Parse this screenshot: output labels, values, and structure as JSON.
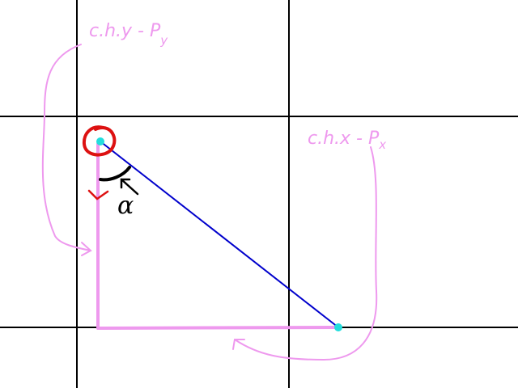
{
  "labels": {
    "y_diff": "c.h.y - P",
    "y_diff_subscript": "y",
    "x_diff": "c.h.x - P",
    "x_diff_subscript": "x",
    "angle_symbol": "α"
  },
  "colors": {
    "background": "#ffffff",
    "grid": "#000000",
    "hypotenuse": "#0000cc",
    "legs": "#ee99ee",
    "annotation": "#ee99ee",
    "points": "#22dddd",
    "highlight_circle": "#dd1111",
    "angle_mark": "#000000"
  }
}
